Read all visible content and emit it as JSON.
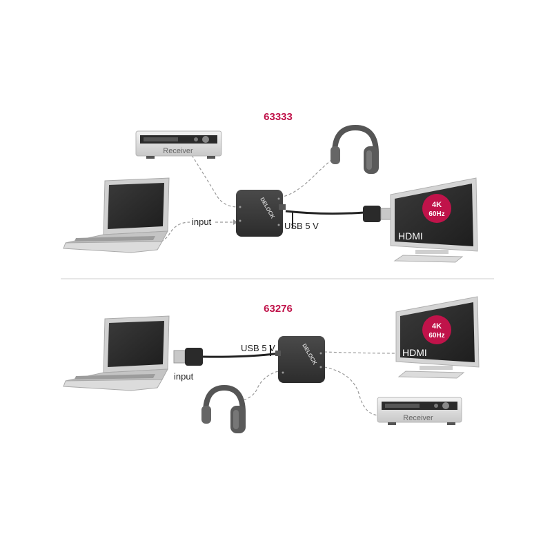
{
  "colors": {
    "accent": "#c0134a",
    "device": "#3a3a3a",
    "screen": "#2b2b2b",
    "chassis": "#d9d9d9",
    "cable": "#222222",
    "dash": "#9a9a9a"
  },
  "top": {
    "model": "63333",
    "brand": "DELOCK",
    "receiver_label": "Receiver",
    "input_label": "input",
    "usb_label": "USB 5 V",
    "tv_label": "HDMI",
    "badge_line1": "4K",
    "badge_line2": "60Hz"
  },
  "bottom": {
    "model": "63276",
    "brand": "DELOCK",
    "receiver_label": "Receiver",
    "input_label": "input",
    "usb_label": "USB 5 V",
    "tv_label": "HDMI",
    "badge_line1": "4K",
    "badge_line2": "60Hz"
  },
  "icons": [
    "laptop-icon",
    "receiver-icon",
    "headphones-icon",
    "tv-icon",
    "hdmi-plug-icon",
    "splitter-box-icon"
  ]
}
